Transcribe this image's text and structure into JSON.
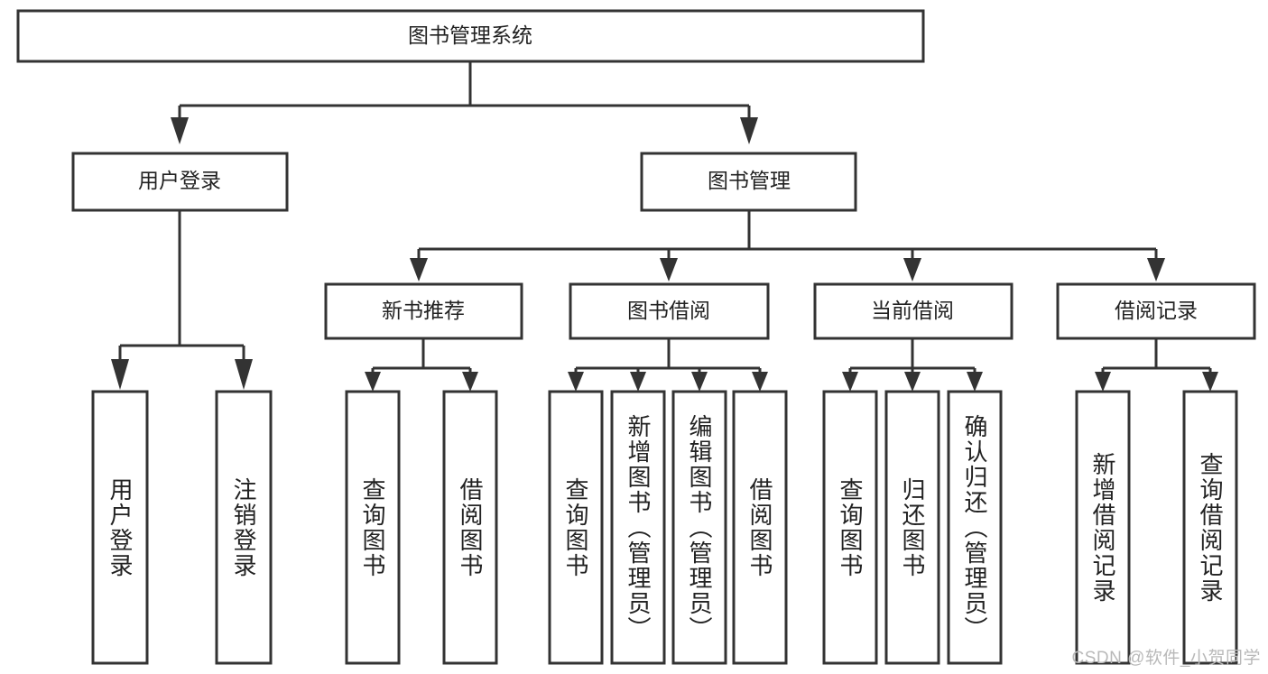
{
  "diagram": {
    "type": "tree-hierarchy-diagram",
    "title": "图书管理系统",
    "orientation": "top-down",
    "colors": {
      "box_stroke": "#333333",
      "box_fill": "#ffffff",
      "text": "#222222",
      "background": "#ffffff",
      "watermark": "#b9b9b9"
    },
    "root": {
      "id": "root",
      "label": "图书管理系统",
      "level": 0,
      "orientation": "horizontal"
    },
    "level1": [
      {
        "id": "user-login",
        "label": "用户登录",
        "level": 1,
        "orientation": "horizontal"
      },
      {
        "id": "book-manage",
        "label": "图书管理",
        "level": 1,
        "orientation": "horizontal"
      }
    ],
    "level2": [
      {
        "id": "new-book-recommend",
        "label": "新书推荐",
        "level": 2,
        "orientation": "horizontal",
        "parent": "book-manage"
      },
      {
        "id": "book-borrow",
        "label": "图书借阅",
        "level": 2,
        "orientation": "horizontal",
        "parent": "book-manage"
      },
      {
        "id": "current-borrow",
        "label": "当前借阅",
        "level": 2,
        "orientation": "horizontal",
        "parent": "book-manage"
      },
      {
        "id": "borrow-record",
        "label": "借阅记录",
        "level": 2,
        "orientation": "horizontal",
        "parent": "book-manage"
      }
    ],
    "leaves": [
      {
        "id": "leaf-user-login",
        "label": "用户登录",
        "parent": "user-login",
        "orientation": "vertical"
      },
      {
        "id": "leaf-logout-login",
        "label": "注销登录",
        "parent": "user-login",
        "orientation": "vertical"
      },
      {
        "id": "leaf-query-book-1",
        "label": "查询图书",
        "parent": "new-book-recommend",
        "orientation": "vertical"
      },
      {
        "id": "leaf-borrow-book-1",
        "label": "借阅图书",
        "parent": "new-book-recommend",
        "orientation": "vertical"
      },
      {
        "id": "leaf-query-book-2",
        "label": "查询图书",
        "parent": "book-borrow",
        "orientation": "vertical"
      },
      {
        "id": "leaf-add-book",
        "label": "新增图书（管理员）",
        "parent": "book-borrow",
        "orientation": "vertical"
      },
      {
        "id": "leaf-edit-book",
        "label": "编辑图书（管理员）",
        "parent": "book-borrow",
        "orientation": "vertical"
      },
      {
        "id": "leaf-borrow-book-2",
        "label": "借阅图书",
        "parent": "book-borrow",
        "orientation": "vertical"
      },
      {
        "id": "leaf-query-book-3",
        "label": "查询图书",
        "parent": "current-borrow",
        "orientation": "vertical"
      },
      {
        "id": "leaf-return-book",
        "label": "归还图书",
        "parent": "current-borrow",
        "orientation": "vertical"
      },
      {
        "id": "leaf-confirm-return",
        "label": "确认归还（管理员）",
        "parent": "current-borrow",
        "orientation": "vertical"
      },
      {
        "id": "leaf-add-record",
        "label": "新增借阅记录",
        "parent": "borrow-record",
        "orientation": "vertical"
      },
      {
        "id": "leaf-query-record",
        "label": "查询借阅记录",
        "parent": "borrow-record",
        "orientation": "vertical"
      }
    ],
    "watermark": "CSDN @软件_小贺同学"
  }
}
